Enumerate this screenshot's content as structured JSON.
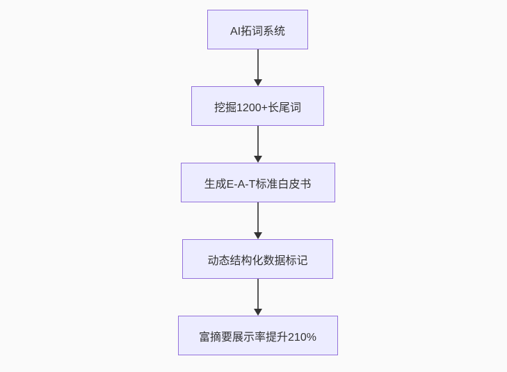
{
  "diagram": {
    "type": "flowchart",
    "direction": "top-down",
    "nodes": [
      {
        "id": "n1",
        "label": "AI拓词系统"
      },
      {
        "id": "n2",
        "label": "挖掘1200+长尾词"
      },
      {
        "id": "n3",
        "label": "生成E-A-T标准白皮书"
      },
      {
        "id": "n4",
        "label": "动态结构化数据标记"
      },
      {
        "id": "n5",
        "label": "富摘要展示率提升210%"
      }
    ],
    "edges": [
      {
        "from": "n1",
        "to": "n2",
        "style": "arrow-down"
      },
      {
        "from": "n2",
        "to": "n3",
        "style": "arrow-down"
      },
      {
        "from": "n3",
        "to": "n4",
        "style": "arrow-down"
      },
      {
        "from": "n4",
        "to": "n5",
        "style": "arrow-down"
      }
    ],
    "colors": {
      "background": "#fafafa",
      "node_fill": "#ECECFF",
      "node_border": "#9370DB",
      "node_text": "#333333",
      "edge_line": "#555555",
      "edge_arrowhead": "#333333"
    }
  }
}
